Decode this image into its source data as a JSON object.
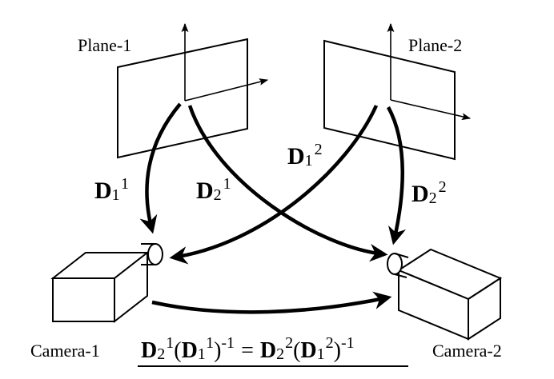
{
  "planes": [
    {
      "label": "Plane-1"
    },
    {
      "label": "Plane-2"
    }
  ],
  "cameras": [
    {
      "label": "Camera-1"
    },
    {
      "label": "Camera-2"
    }
  ],
  "transforms": [
    {
      "symbol": "D",
      "sub": "1",
      "sup": "1"
    },
    {
      "symbol": "D",
      "sub": "2",
      "sup": "1"
    },
    {
      "symbol": "D",
      "sub": "1",
      "sup": "2"
    },
    {
      "symbol": "D",
      "sub": "2",
      "sup": "2"
    }
  ],
  "equation": {
    "symbol": "D",
    "lhs_a_sub": "2",
    "lhs_a_sup": "1",
    "lhs_b_sub": "1",
    "lhs_b_sup": "1",
    "rhs_a_sub": "2",
    "rhs_a_sup": "2",
    "rhs_b_sub": "1",
    "rhs_b_sup": "2",
    "inverse_exp": "-1",
    "equals": "=",
    "open_paren": "(",
    "close_paren": ")"
  }
}
